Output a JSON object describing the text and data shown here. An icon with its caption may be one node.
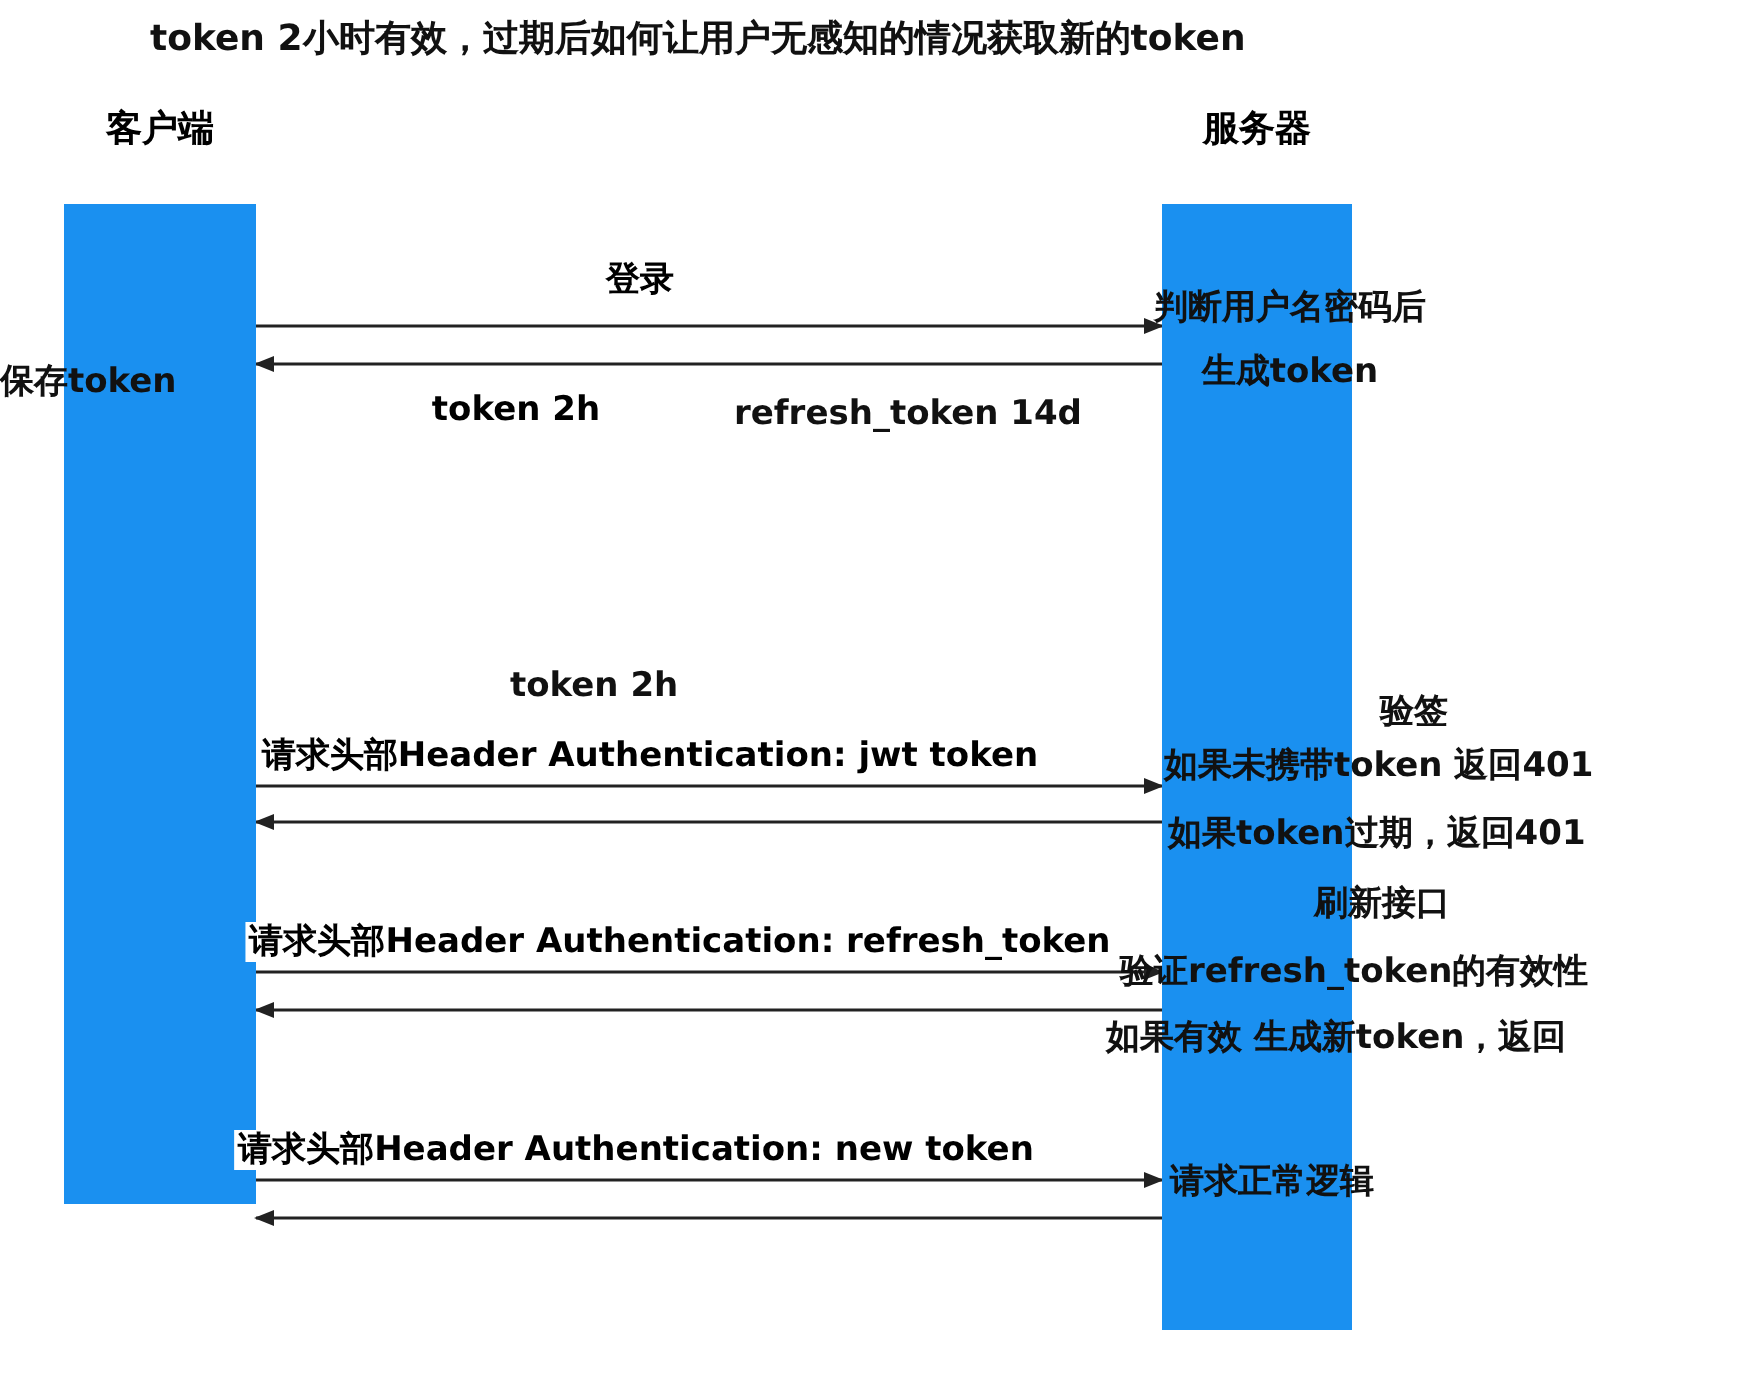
{
  "diagram": {
    "title": "token 2小时有效，过期后如何让用户无感知的情况获取新的token",
    "nodes": [
      {
        "text": [
          "客户端"
        ]
      },
      {
        "text": [
          "服务器"
        ]
      }
    ],
    "edges": [
      {
        "from": 0,
        "to": 1,
        "arrow": "to",
        "label": "登录"
      },
      {
        "from": 1,
        "to": 0,
        "arrow": "to",
        "label": "token 2h"
      },
      {
        "from": 0,
        "to": 1,
        "arrow": "to",
        "label": "请求头部Header Authentication: jwt token"
      },
      {
        "from": 1,
        "to": 0,
        "arrow": "to"
      },
      {
        "from": 0,
        "to": 1,
        "arrow": "to",
        "label": "请求头部Header Authentication: refresh_token"
      },
      {
        "from": 1,
        "to": 0,
        "arrow": "to"
      },
      {
        "from": 0,
        "to": 1,
        "arrow": "to",
        "label": "请求头部Header Authentication: new token"
      },
      {
        "from": 1,
        "to": 0,
        "arrow": "to"
      }
    ],
    "labels": [
      "保存token",
      "判断用户名密码后生成token",
      "refresh_token 14d",
      "token 2h",
      "验签",
      "如果未携带token 返回401",
      "如果token过期，返回401",
      "刷新接口",
      "验证refresh_token的有效性",
      "如果有效 生成新token，返回",
      "请求正常逻辑"
    ]
  }
}
